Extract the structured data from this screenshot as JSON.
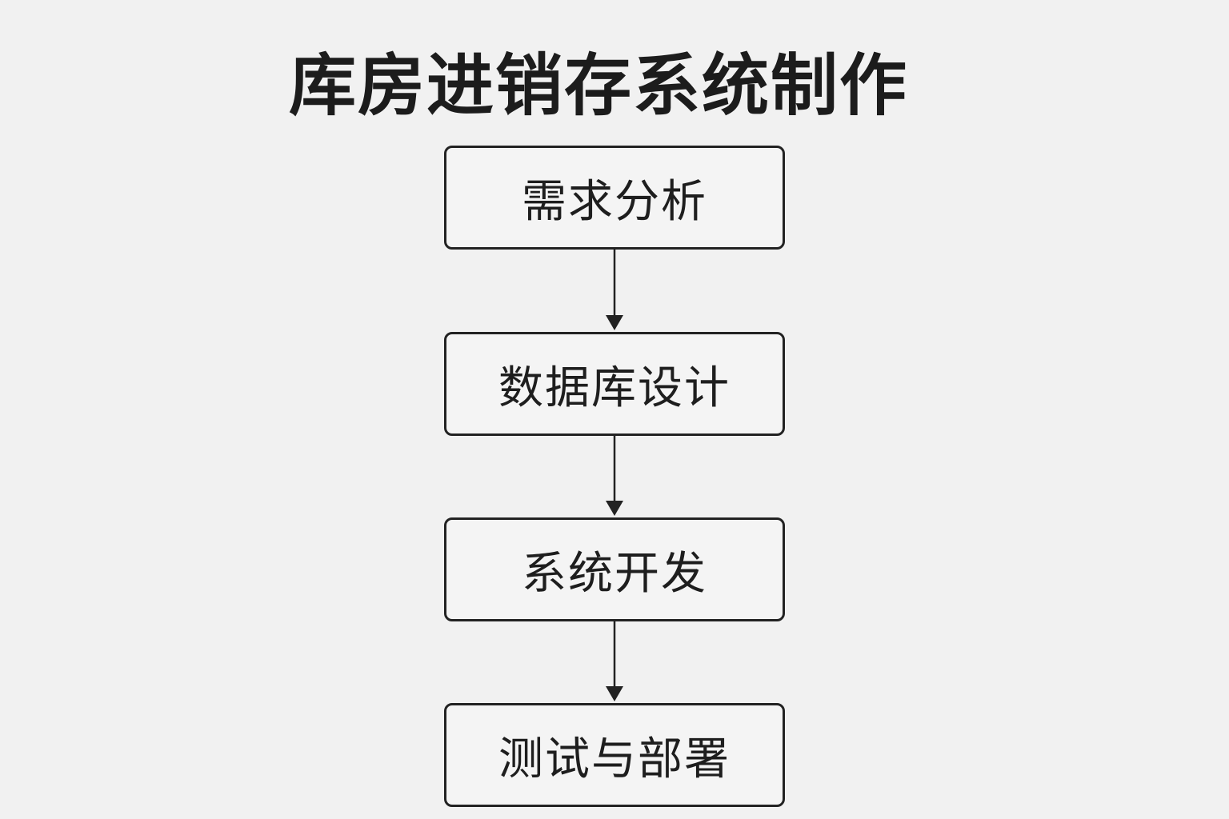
{
  "title": "库房进销存系统制作",
  "steps": [
    {
      "label": "需求分析"
    },
    {
      "label": "数据库设计"
    },
    {
      "label": "系统开发"
    },
    {
      "label": "测试与部署"
    }
  ],
  "colors": {
    "background": "#f1f1f1",
    "stroke": "#222222"
  }
}
